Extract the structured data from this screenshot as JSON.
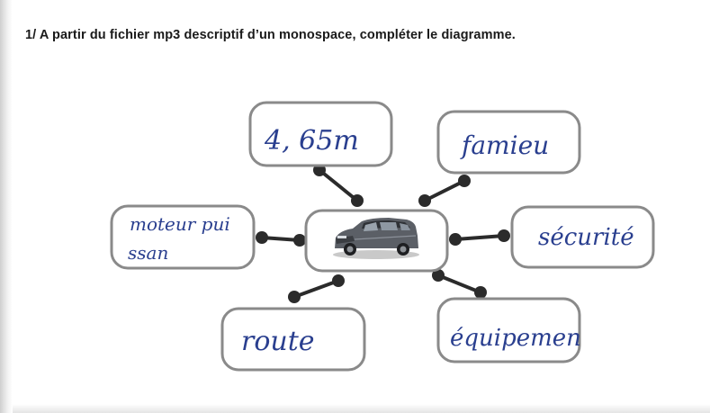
{
  "instruction": "1/ A partir du fichier mp3 descriptif d’un monospace, compléter le diagramme.",
  "diagram": {
    "center": {
      "image": "car-photo"
    },
    "answers": {
      "top_left": "4, 65m",
      "top_right": "famieu",
      "left_line1": "moteur pui",
      "left_line2": "ssan",
      "right": "sécurité",
      "bottom_left": "route",
      "bottom_right": "équipemen"
    }
  },
  "colors": {
    "handwriting": "#2a3f8f",
    "box_border": "#8a8a8a",
    "connector": "#2b2b2b"
  }
}
